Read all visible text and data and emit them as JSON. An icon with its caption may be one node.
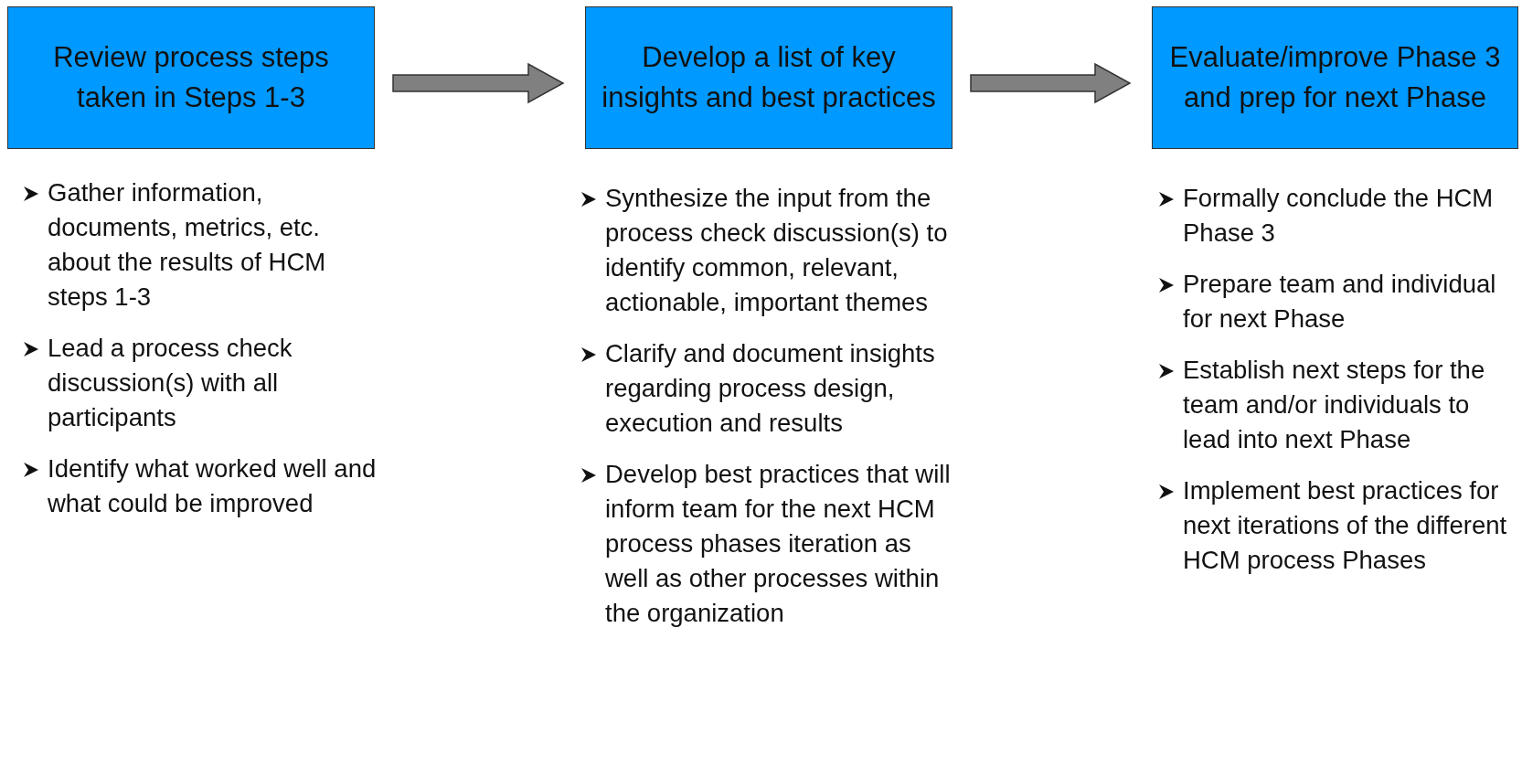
{
  "diagram": {
    "nodes": [
      {
        "text": [
          "Review process steps taken in Steps 1-3"
        ],
        "beside": [
          "Gather information, documents, metrics, etc. about the results of HCM steps 1-3",
          "Lead a process check discussion(s) with all participants",
          "Identify what worked well and what could be improved"
        ]
      },
      {
        "text": [
          "Develop a list of key insights and best practices"
        ],
        "beside": [
          "Synthesize the input from the process check discussion(s) to identify common, relevant, actionable, important themes",
          "Clarify and document insights regarding process design, execution and results",
          "Develop best practices that will inform team for the next HCM process phases iteration as well as other processes within the organization"
        ]
      },
      {
        "text": [
          "Evaluate/improve Phase 3 and prep for next Phase"
        ],
        "beside": [
          "Formally conclude the HCM Phase 3",
          "Prepare team and individual for next Phase",
          "Establish next steps for the team and/or individuals to lead into next Phase",
          "Implement best practices for next iterations of the different HCM process Phases"
        ]
      }
    ],
    "edges": [
      {
        "from": 0,
        "to": 1,
        "arrow": "to"
      },
      {
        "from": 1,
        "to": 2,
        "arrow": "to"
      }
    ]
  }
}
